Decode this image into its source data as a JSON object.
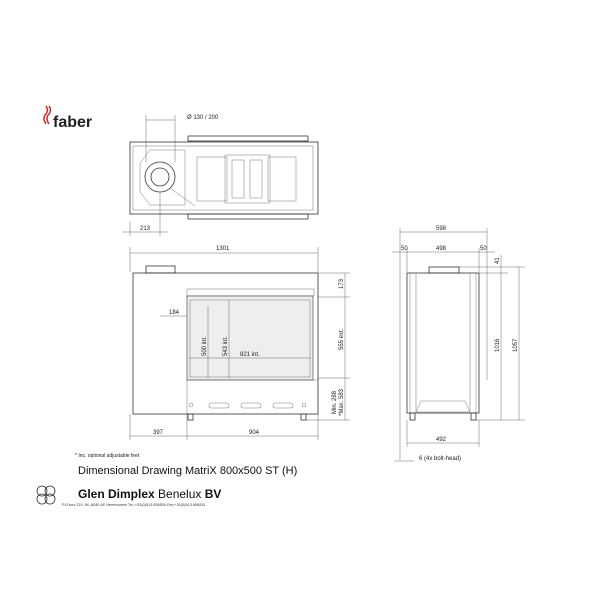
{
  "brand": {
    "logo_text": "faber",
    "logo_color": "#cc2a2a"
  },
  "top_view": {
    "flue": "Ø 130 / 200",
    "offset": "213"
  },
  "front_view": {
    "width": "1301",
    "left": "397",
    "right": "904",
    "top": "173",
    "ext_height": "555 ext.",
    "int_h1": "500 int.",
    "int_h2": "543 int.",
    "int_w": "821 int.",
    "inset": "184",
    "min": "Min. 288",
    "max": "*Max. 583"
  },
  "side_view": {
    "width": "598",
    "inner": "498",
    "side_l": "50",
    "side_r": "50",
    "top": "41",
    "h1": "1016",
    "h2": "1057",
    "bottom": "492",
    "bolt": "6 (4x bolt-head)"
  },
  "footer": {
    "note": "* Inc. optional adjustable feet",
    "title": "Dimensional Drawing MatriX 800x500 ST (H)",
    "company_bold": "Glen Dimplex",
    "company_mid": "Benelux",
    "company_end": "BV",
    "address": "P.O.box 219, NL-8440 AE Heerenveen Tel.:+31(0)513 656500  Fax:+31(0)513 656531"
  }
}
